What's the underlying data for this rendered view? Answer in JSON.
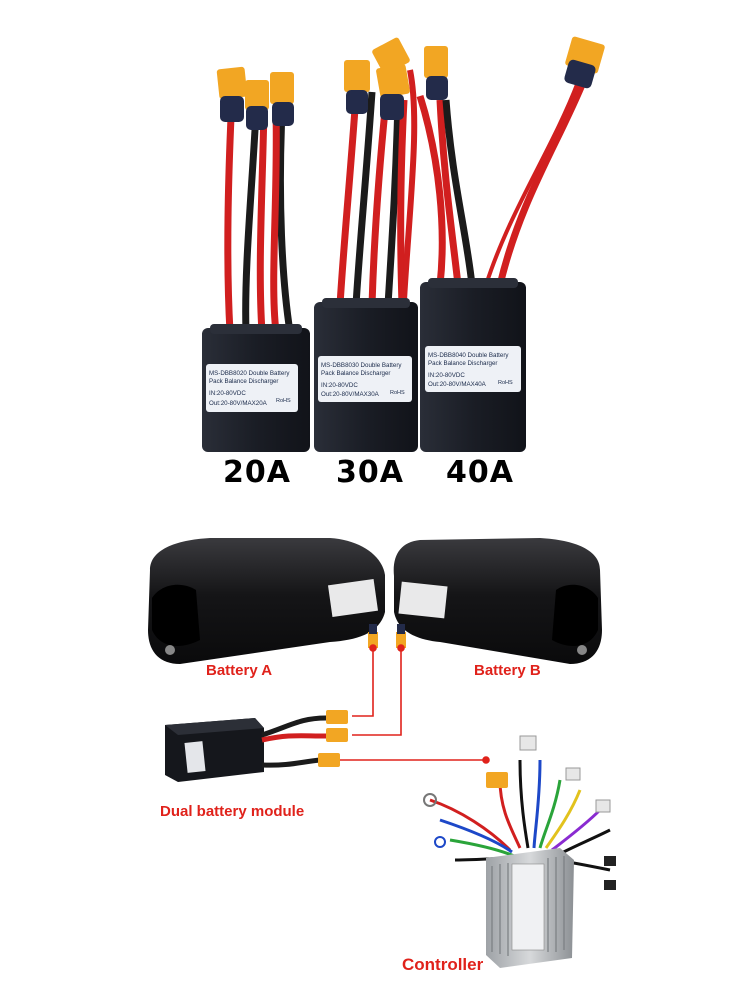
{
  "modules": [
    {
      "rating": "20A",
      "sticker": {
        "title": "MS-DBB8020 Double Battery",
        "subtitle": "Pack Balance Discharger",
        "input": "IN:20-80VDC",
        "output": "Out:20-80V/MAX20A",
        "cert": "RoHS"
      }
    },
    {
      "rating": "30A",
      "sticker": {
        "title": "MS-DBB8030 Double Battery",
        "subtitle": "Pack Balance Discharger",
        "input": "IN:20-80VDC",
        "output": "Out:20-80V/MAX30A",
        "cert": "RoHS"
      }
    },
    {
      "rating": "40A",
      "sticker": {
        "title": "MS-DBB8040 Double Battery",
        "subtitle": "Pack Balance Discharger",
        "input": "IN:20-80VDC",
        "output": "Out:20-80V/MAX40A",
        "cert": "RoHS"
      }
    }
  ],
  "diagram": {
    "battery_a": "Battery A",
    "battery_b": "Battery B",
    "module": "Dual battery module",
    "controller": "Controller"
  },
  "colors": {
    "accent_red": "#e0221b",
    "wire_red": "#d11f1f",
    "wire_black": "#1b1b1b",
    "connector_yellow": "#f2a623",
    "connector_navy": "#232b4a",
    "module_body": "#191c24"
  }
}
